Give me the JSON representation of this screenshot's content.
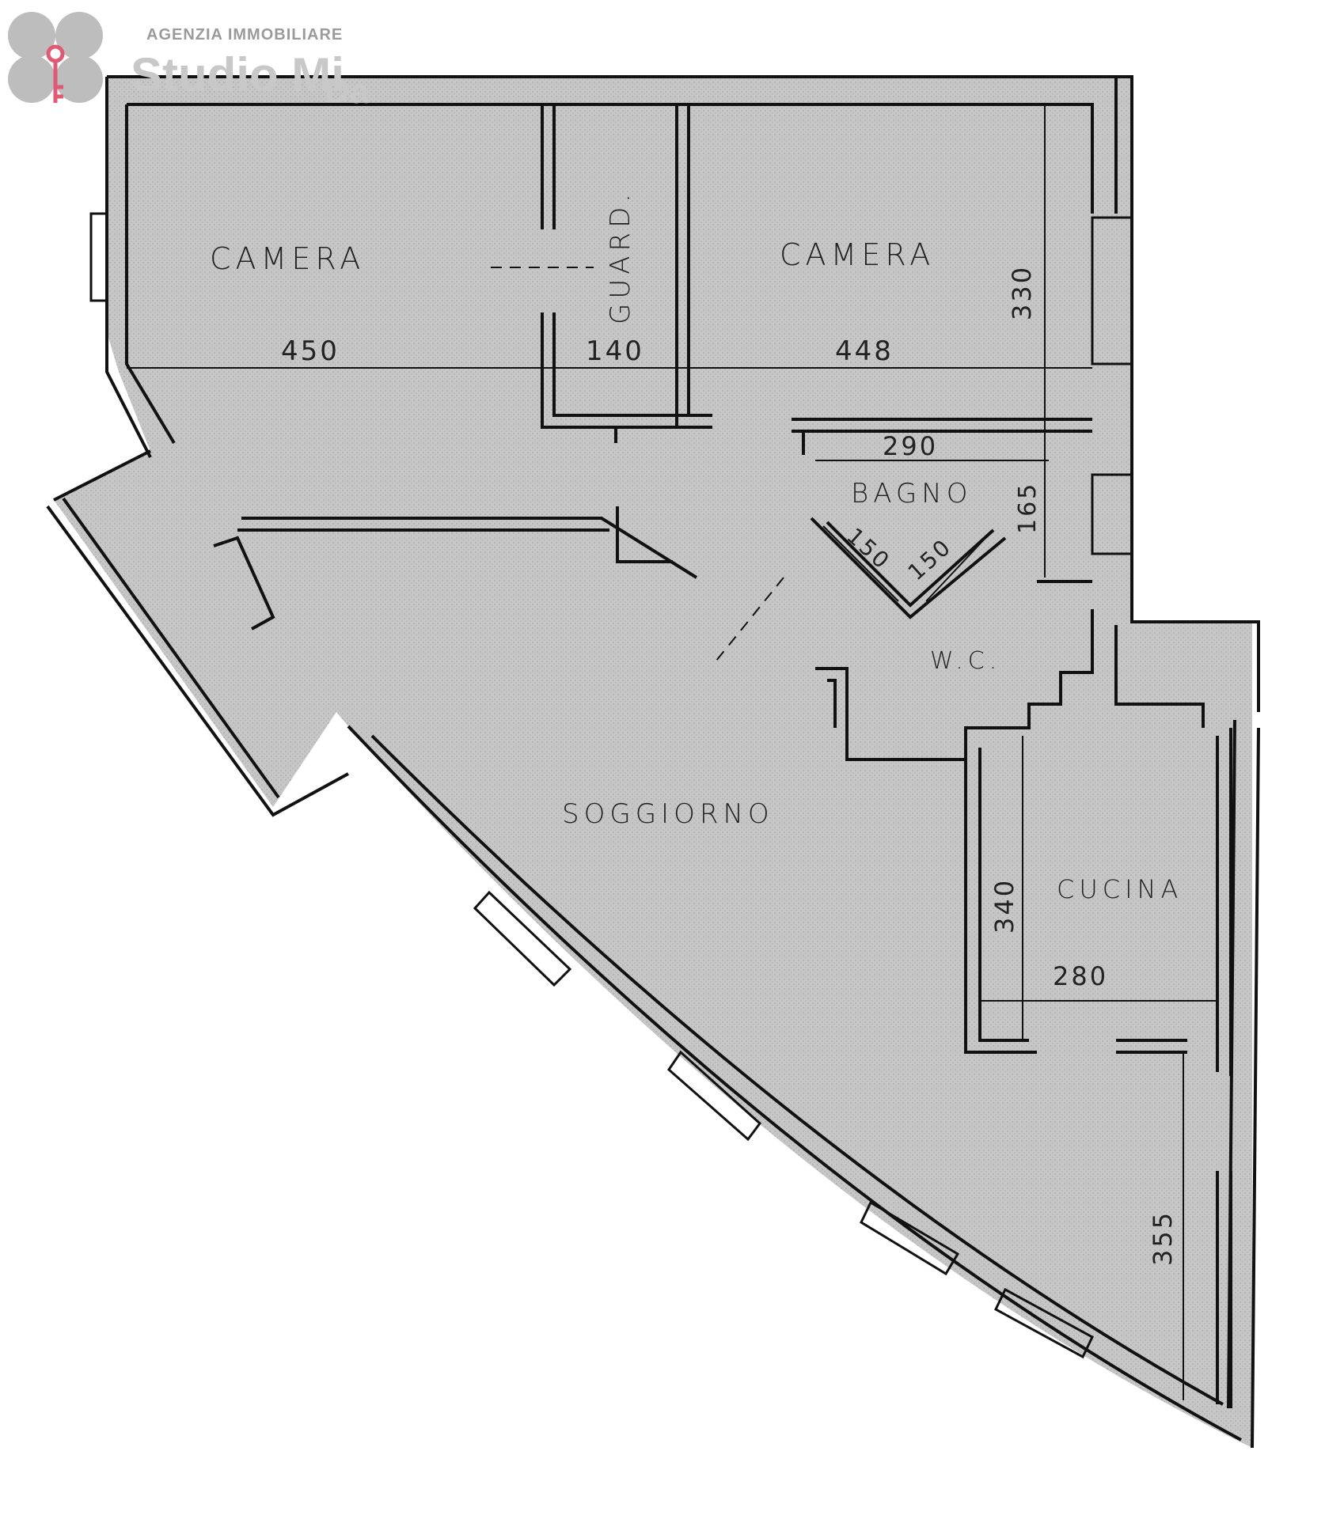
{
  "logo": {
    "agency": "AGENZIA IMMOBILIARE",
    "name": "Studio Mi",
    "name_suffix": "Da",
    "clover_color": "#bdbdbd",
    "key_color": "#e05a75"
  },
  "rooms": {
    "camera_left": "CAMERA",
    "guardaroba": "GUARD.",
    "camera_right": "CAMERA",
    "bagno": "BAGNO",
    "wc": "W.C.",
    "soggiorno": "SOGGIORNO",
    "cucina": "CUCINA"
  },
  "dimensions": {
    "camera_left_width": "450",
    "guard_width": "140",
    "camera_right_width": "448",
    "camera_right_depth": "330",
    "bagno_width": "290",
    "bagno_depth": "165",
    "wc_side_a": "150",
    "wc_side_b": "150",
    "cucina_depth": "340",
    "cucina_width": "280",
    "soggiorno_depth": "355"
  },
  "colors": {
    "floor": "#c9c9c9",
    "wall": "#111111",
    "background": "#ffffff"
  }
}
